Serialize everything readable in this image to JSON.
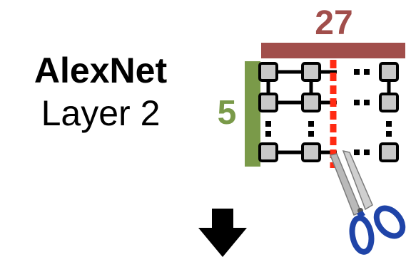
{
  "title": {
    "line1": "AlexNet",
    "line2": "Layer 2"
  },
  "grid": {
    "width_label": "27",
    "height_label": "5",
    "width_bar_color": "#a14e4b",
    "height_bar_color": "#7a9a49",
    "node_fill": "#c8c8c8",
    "cut_line_color": "#ff2a12"
  },
  "icons": {
    "scissors": "scissors-icon",
    "arrow": "arrow-down-icon"
  },
  "colors": {
    "scissors_handle": "#1f44a8",
    "scissors_blade": "#b9b9b9",
    "arrow": "#000000"
  }
}
